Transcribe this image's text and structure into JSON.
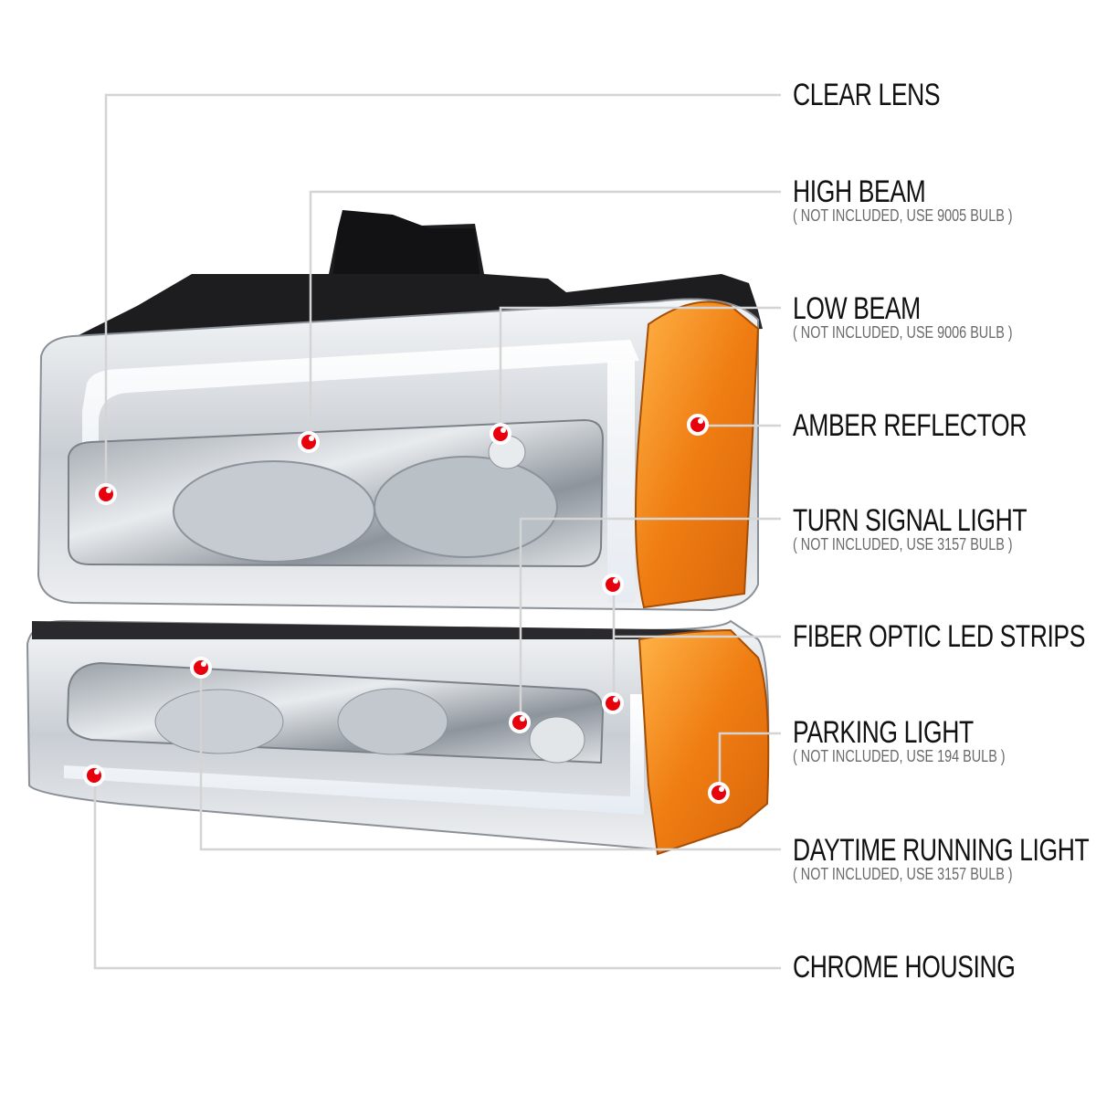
{
  "diagram": {
    "subject": "Chrome housing headlight and bumper light set with amber reflectors and fiber optic LED strips",
    "colors": {
      "dot_red": "#e8000c",
      "leader_line": "#d4d4d4",
      "amber": "#f08a1c",
      "chrome": "#d9dde2",
      "label_text": "#111111",
      "note_text": "#6a6a6a"
    },
    "callouts": [
      {
        "id": "clear-lens",
        "title": "CLEAR LENS",
        "note": null
      },
      {
        "id": "high-beam",
        "title": "HIGH BEAM",
        "note": "( NOT INCLUDED, USE  9005  BULB )"
      },
      {
        "id": "low-beam",
        "title": "LOW BEAM",
        "note": "( NOT INCLUDED, USE  9006  BULB )"
      },
      {
        "id": "amber-reflector",
        "title": "AMBER REFLECTOR",
        "note": null
      },
      {
        "id": "turn-signal-light",
        "title": "TURN SIGNAL LIGHT",
        "note": "( NOT INCLUDED, USE  3157  BULB )"
      },
      {
        "id": "fiber-optic-led-strips",
        "title": "FIBER OPTIC LED STRIPS",
        "note": null
      },
      {
        "id": "parking-light",
        "title": "PARKING LIGHT",
        "note": "( NOT INCLUDED, USE  194  BULB )"
      },
      {
        "id": "daytime-running-light",
        "title": "DAYTIME RUNNING LIGHT",
        "note": "( NOT INCLUDED, USE  3157  BULB )"
      },
      {
        "id": "chrome-housing",
        "title": "CHROME HOUSING",
        "note": null
      }
    ]
  }
}
